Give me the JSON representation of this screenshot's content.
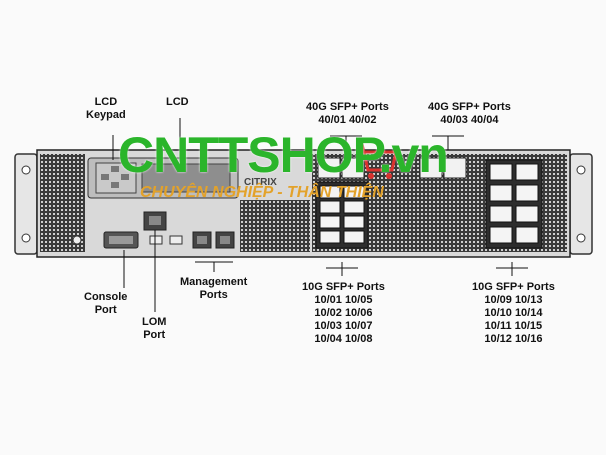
{
  "labels": {
    "lcd_keypad": [
      "LCD",
      "Keypad"
    ],
    "lcd": [
      "LCD"
    ],
    "qsfp_left": [
      "40G SFP+ Ports",
      "40/01 40/02"
    ],
    "qsfp_right": [
      "40G SFP+ Ports",
      "40/03 40/04"
    ],
    "console": [
      "Console",
      "Port"
    ],
    "lom": [
      "LOM",
      "Port"
    ],
    "management": [
      "Management",
      "Ports"
    ],
    "sfp_left": [
      "10G SFP+ Ports",
      "10/01 10/05",
      "10/02 10/06",
      "10/03 10/07",
      "10/04 10/08"
    ],
    "sfp_right": [
      "10G SFP+ Ports",
      "10/09 10/13",
      "10/10 10/14",
      "10/11 10/15",
      "10/12 10/16"
    ]
  },
  "watermark": {
    "brand": "CNTTSHOP.vn",
    "tagline": "CHUYÊN NGHIỆP - THÂN THIỆN"
  },
  "device_logo": "CITRIX",
  "colors": {
    "brand_green": "#2bb52b",
    "tagline_orange": "#e3a22a",
    "chassis": "#d9d9d9"
  }
}
